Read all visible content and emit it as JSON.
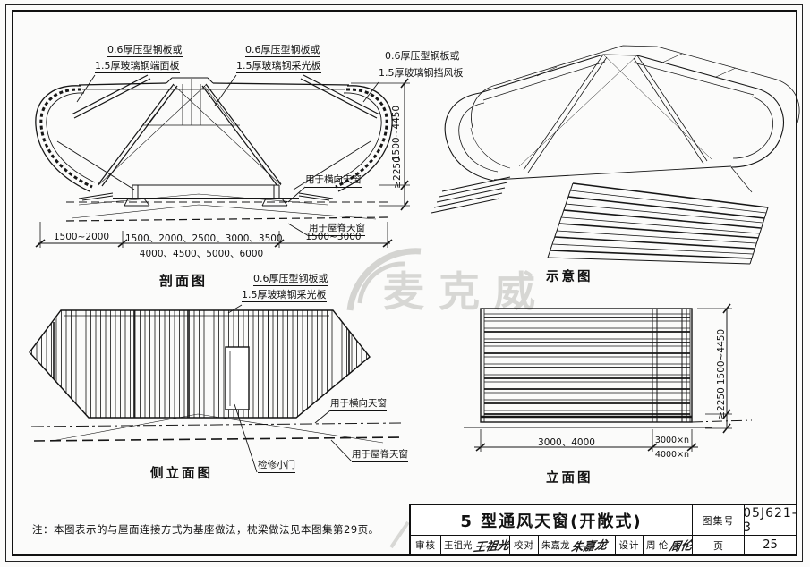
{
  "watermark": {
    "text": "麦克威"
  },
  "note": "注：本图表示的与屋面连接方式为基座做法，枕梁做法见本图集第29页。",
  "section": {
    "title": "剖面图",
    "label_end_panel": {
      "line1": "0.6厚压型钢板或",
      "line2": "1.5厚玻璃钢端面板"
    },
    "label_daylight_panel": {
      "line1": "0.6厚压型钢板或",
      "line2": "1.5厚玻璃钢采光板"
    },
    "label_wind_panel": {
      "line1": "0.6厚压型钢板或",
      "line2": "1.5厚玻璃钢挡风板"
    },
    "use_transverse": "用于横向天窗",
    "use_ridge": "用于屋脊天窗",
    "dim_left": "1500~2000",
    "dim_mid1": "1500、2000、2500、3000、3500",
    "dim_mid2": "4000、4500、5000、6000",
    "dim_right": "1500~3000",
    "dim_height": "1500~4450",
    "dim_clear": "≥2250"
  },
  "schematic": {
    "title": "示意图"
  },
  "side_elevation": {
    "title": "侧立面图",
    "label_daylight_panel": {
      "line1": "0.6厚压型钢板或",
      "line2": "1.5厚玻璃钢采光板"
    },
    "use_transverse": "用于横向天窗",
    "use_ridge": "用于屋脊天窗",
    "access_door": "检修小门"
  },
  "front_elevation": {
    "title": "立面图",
    "dim_width": "3000、4000",
    "dim_bay1": "3000×n",
    "dim_bay2": "4000×n",
    "dim_height": "1500~4450",
    "dim_clear": "≥2250"
  },
  "title_block": {
    "drawing_title": "5 型通风天窗(开敞式)",
    "atlas_label": "图集号",
    "atlas_no": "05J621-3",
    "page_label": "页",
    "page_no": "25",
    "reviewer_label": "审核",
    "reviewer_name": "王祖光",
    "reviewer_signature": "王祖光",
    "checker_label": "校对",
    "checker_name": "朱嘉龙",
    "checker_signature": "朱嘉龙",
    "designer_label": "设计",
    "designer_name": "周 伦",
    "designer_signature": "周伦"
  }
}
